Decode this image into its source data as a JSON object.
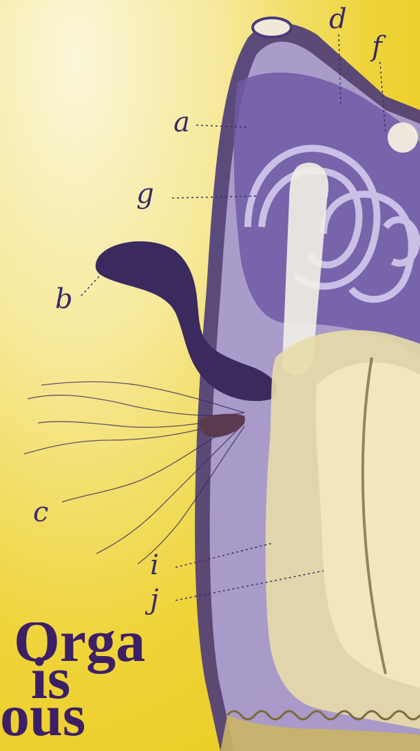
{
  "labels": {
    "a": "a",
    "b": "b",
    "c": "c",
    "d": "d",
    "f": "f",
    "g": "g",
    "i": "i",
    "j": "j"
  },
  "headline": {
    "line1": "Orga",
    "line2": "is",
    "line3": "ous"
  },
  "colors": {
    "ink": "#3b2a66",
    "title": "#3d1f66",
    "background": "#efd43a"
  }
}
